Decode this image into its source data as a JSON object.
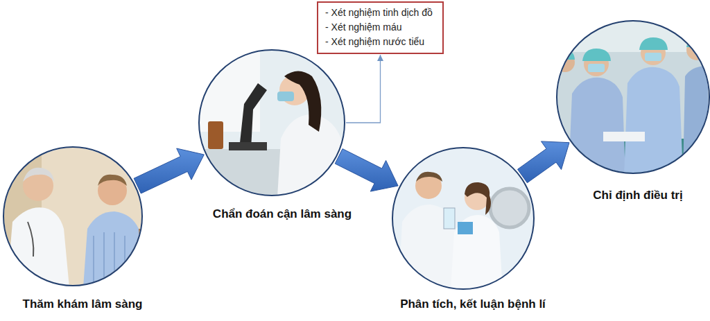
{
  "diagram": {
    "nodes": [
      {
        "text": [
          "Thăm khám lâm sàng"
        ]
      },
      {
        "text": [
          "Chẩn đoán cận lâm sàng"
        ]
      },
      {
        "text": [
          "Phân tích, kết luận bệnh lí"
        ]
      },
      {
        "text": [
          "Chỉ định điều trị"
        ]
      },
      {
        "text": [
          "- Xét nghiệm tinh dịch đồ",
          "- Xét nghiệm máu",
          "- Xét nghiệm nước tiểu"
        ]
      }
    ],
    "edges": [
      {
        "from": 0,
        "to": 1,
        "arrow": "to"
      },
      {
        "from": 1,
        "to": 2,
        "arrow": "to"
      },
      {
        "from": 2,
        "to": 3,
        "arrow": "to"
      },
      {
        "from": 1,
        "to": 4,
        "arrow": "to"
      }
    ]
  }
}
